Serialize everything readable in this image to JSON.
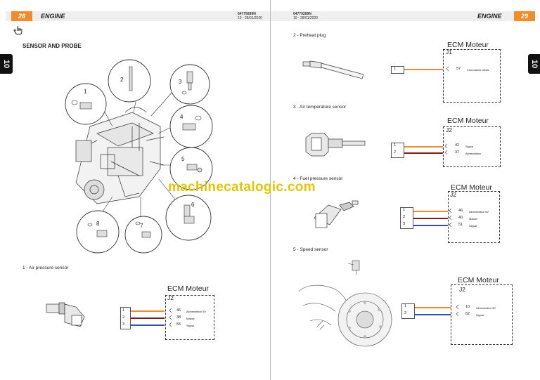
{
  "left_page": {
    "page_number": "28",
    "header_title": "ENGINE",
    "doc_code": "64779289N",
    "doc_date": "10 - 28/01/2020",
    "chapter_tab": "10",
    "section_title": "SENSOR AND PROBE",
    "callouts": [
      "1",
      "2",
      "3",
      "4",
      "5",
      "6",
      "7",
      "8"
    ],
    "caption_1": "1 - Air pressure sensor",
    "ecm_1": {
      "title": "ECM Moteur",
      "connector": "J2",
      "pins": [
        "1",
        "2",
        "3"
      ],
      "ecm_pins": [
        "46",
        "38",
        "55"
      ],
      "signals": [
        "Alimentation 5V",
        "Masse",
        "Signal"
      ]
    }
  },
  "right_page": {
    "page_number": "29",
    "header_title": "ENGINE",
    "doc_code": "64779289N",
    "doc_date": "10 - 28/01/2020",
    "chapter_tab": "10",
    "caption_2": "2 - Preheat plug",
    "ecm_2": {
      "title": "ECM Moteur",
      "connector": "J1",
      "pins": [
        "1"
      ],
      "ecm_pins": [
        "57"
      ],
      "signals": [
        "Commande relais"
      ]
    },
    "caption_3": "3 - Air temperature sensor",
    "ecm_3": {
      "title": "ECM Moteur",
      "connector": "J2",
      "pins": [
        "1",
        "2"
      ],
      "ecm_pins": [
        "42",
        "37"
      ],
      "signals": [
        "Signal",
        "Alimentation"
      ]
    },
    "caption_4": "4 - Fuel pressure sensor",
    "ecm_4": {
      "title": "ECM Moteur",
      "connector": "J2",
      "pins": [
        "1",
        "2",
        "3"
      ],
      "ecm_pins": [
        "46",
        "40",
        "51"
      ],
      "signals": [
        "Alimentation 5V",
        "Masse",
        "Signal"
      ]
    },
    "caption_5": "5 - Speed sensor",
    "ecm_5": {
      "title": "ECM Moteur",
      "connector": "J2",
      "pins": [
        "1",
        "2"
      ],
      "ecm_pins": [
        "10",
        "52"
      ],
      "signals": [
        "Alimentation 5V",
        "Signal"
      ]
    }
  },
  "watermark": "machinecatalogic.com",
  "colors": {
    "orange": "#f28c28",
    "maroon": "#8b1a1a",
    "blue": "#2f4fb5",
    "watermark": "#e4c300"
  }
}
